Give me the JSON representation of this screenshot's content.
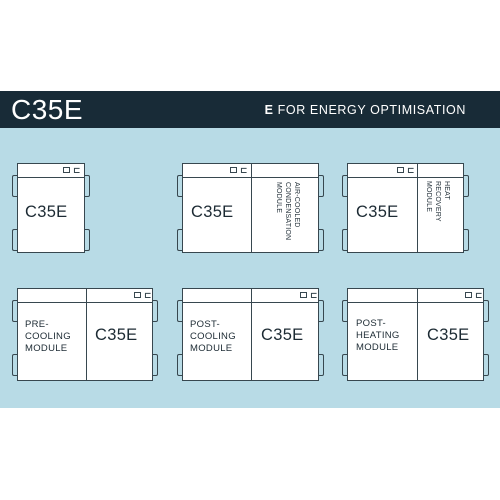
{
  "header": {
    "title": "C35E",
    "tagline_bold": "E",
    "tagline_rest": " FOR ENERGY OPTIMISATION"
  },
  "units": {
    "basic": {
      "main": "C35E"
    },
    "air_cooled": {
      "main": "C35E",
      "module_line1": "AIR-COOLED",
      "module_line2": "CONDENSATION",
      "module_line3": "MODULE"
    },
    "heat_recovery": {
      "main": "C35E",
      "module_line1": "HEAT",
      "module_line2": "RECOVERY",
      "module_line3": "MODULE"
    },
    "pre_cooling": {
      "main": "C35E",
      "module_line1": "PRE-",
      "module_line2": "COOLING",
      "module_line3": "MODULE"
    },
    "post_cooling": {
      "main": "C35E",
      "module_line1": "POST-",
      "module_line2": "COOLING",
      "module_line3": "MODULE"
    },
    "post_heating": {
      "main": "C35E",
      "module_line1": "POST-",
      "module_line2": "HEATING",
      "module_line3": "MODULE"
    }
  },
  "colors": {
    "header_bg": "#182b37",
    "panel_bg": "#b8dbe6",
    "outline": "#37474f"
  },
  "icons": [
    "window-icon",
    "control-panel-icon"
  ]
}
